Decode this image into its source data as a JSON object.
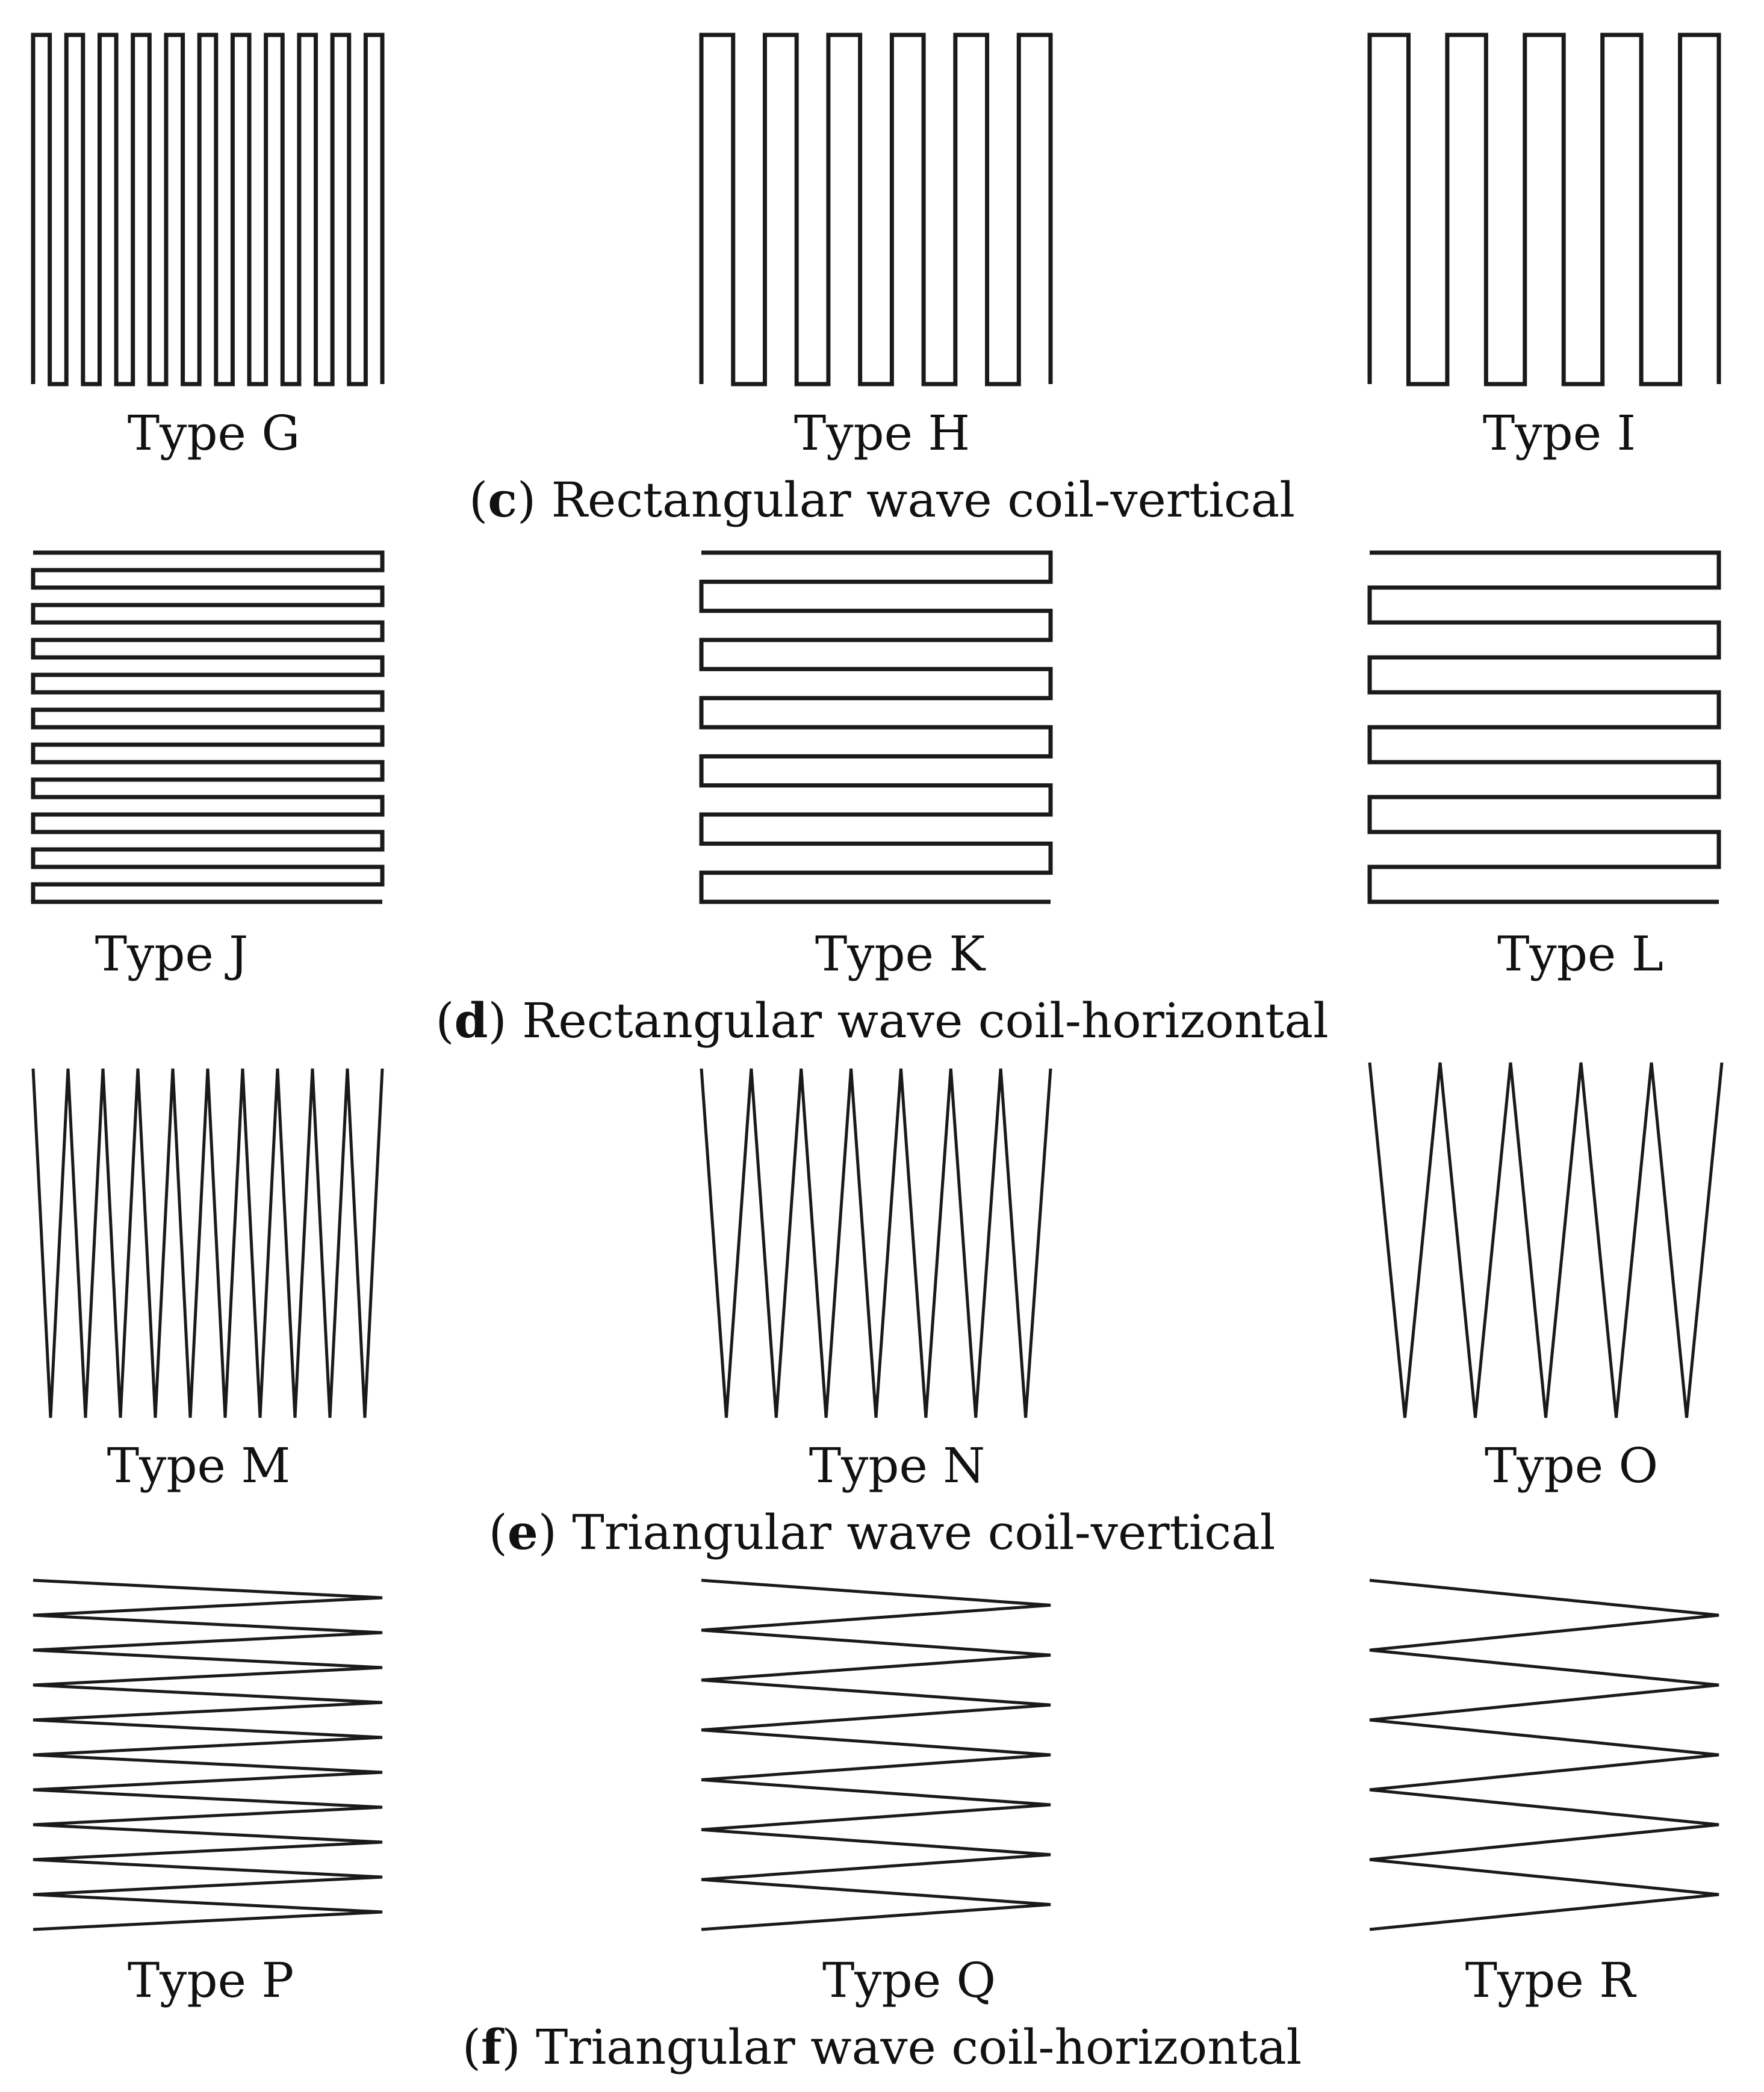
{
  "sections": [
    {
      "letter": "c",
      "title": "Rectangular wave coil-vertical",
      "panels": [
        {
          "label": "Type G",
          "shape": "rectangular",
          "orientation": "vertical",
          "turns": 11
        },
        {
          "label": "Type H",
          "shape": "rectangular",
          "orientation": "vertical",
          "turns": 6
        },
        {
          "label": "Type I",
          "shape": "rectangular",
          "orientation": "vertical",
          "turns": 5
        }
      ]
    },
    {
      "letter": "d",
      "title": "Rectangular wave coil-horizontal",
      "panels": [
        {
          "label": "Type J",
          "shape": "rectangular",
          "orientation": "horizontal",
          "turns": 10
        },
        {
          "label": "Type K",
          "shape": "rectangular",
          "orientation": "horizontal",
          "turns": 6
        },
        {
          "label": "Type L",
          "shape": "rectangular",
          "orientation": "horizontal",
          "turns": 5
        }
      ]
    },
    {
      "letter": "e",
      "title": "Triangular wave coil-vertical",
      "panels": [
        {
          "label": "Type M",
          "shape": "triangular",
          "orientation": "vertical",
          "turns": 10
        },
        {
          "label": "Type N",
          "shape": "triangular",
          "orientation": "vertical",
          "turns": 7
        },
        {
          "label": "Type O",
          "shape": "triangular",
          "orientation": "vertical",
          "turns": 5
        }
      ]
    },
    {
      "letter": "f",
      "title": "Triangular wave coil-horizontal",
      "panels": [
        {
          "label": "Type P",
          "shape": "triangular",
          "orientation": "horizontal",
          "turns": 10
        },
        {
          "label": "Type Q",
          "shape": "triangular",
          "orientation": "horizontal",
          "turns": 7
        },
        {
          "label": "Type R",
          "shape": "triangular",
          "orientation": "horizontal",
          "turns": 5
        }
      ]
    }
  ],
  "colors": {
    "line": "#1a1a1a",
    "text": "#111111",
    "background": "#ffffff"
  }
}
